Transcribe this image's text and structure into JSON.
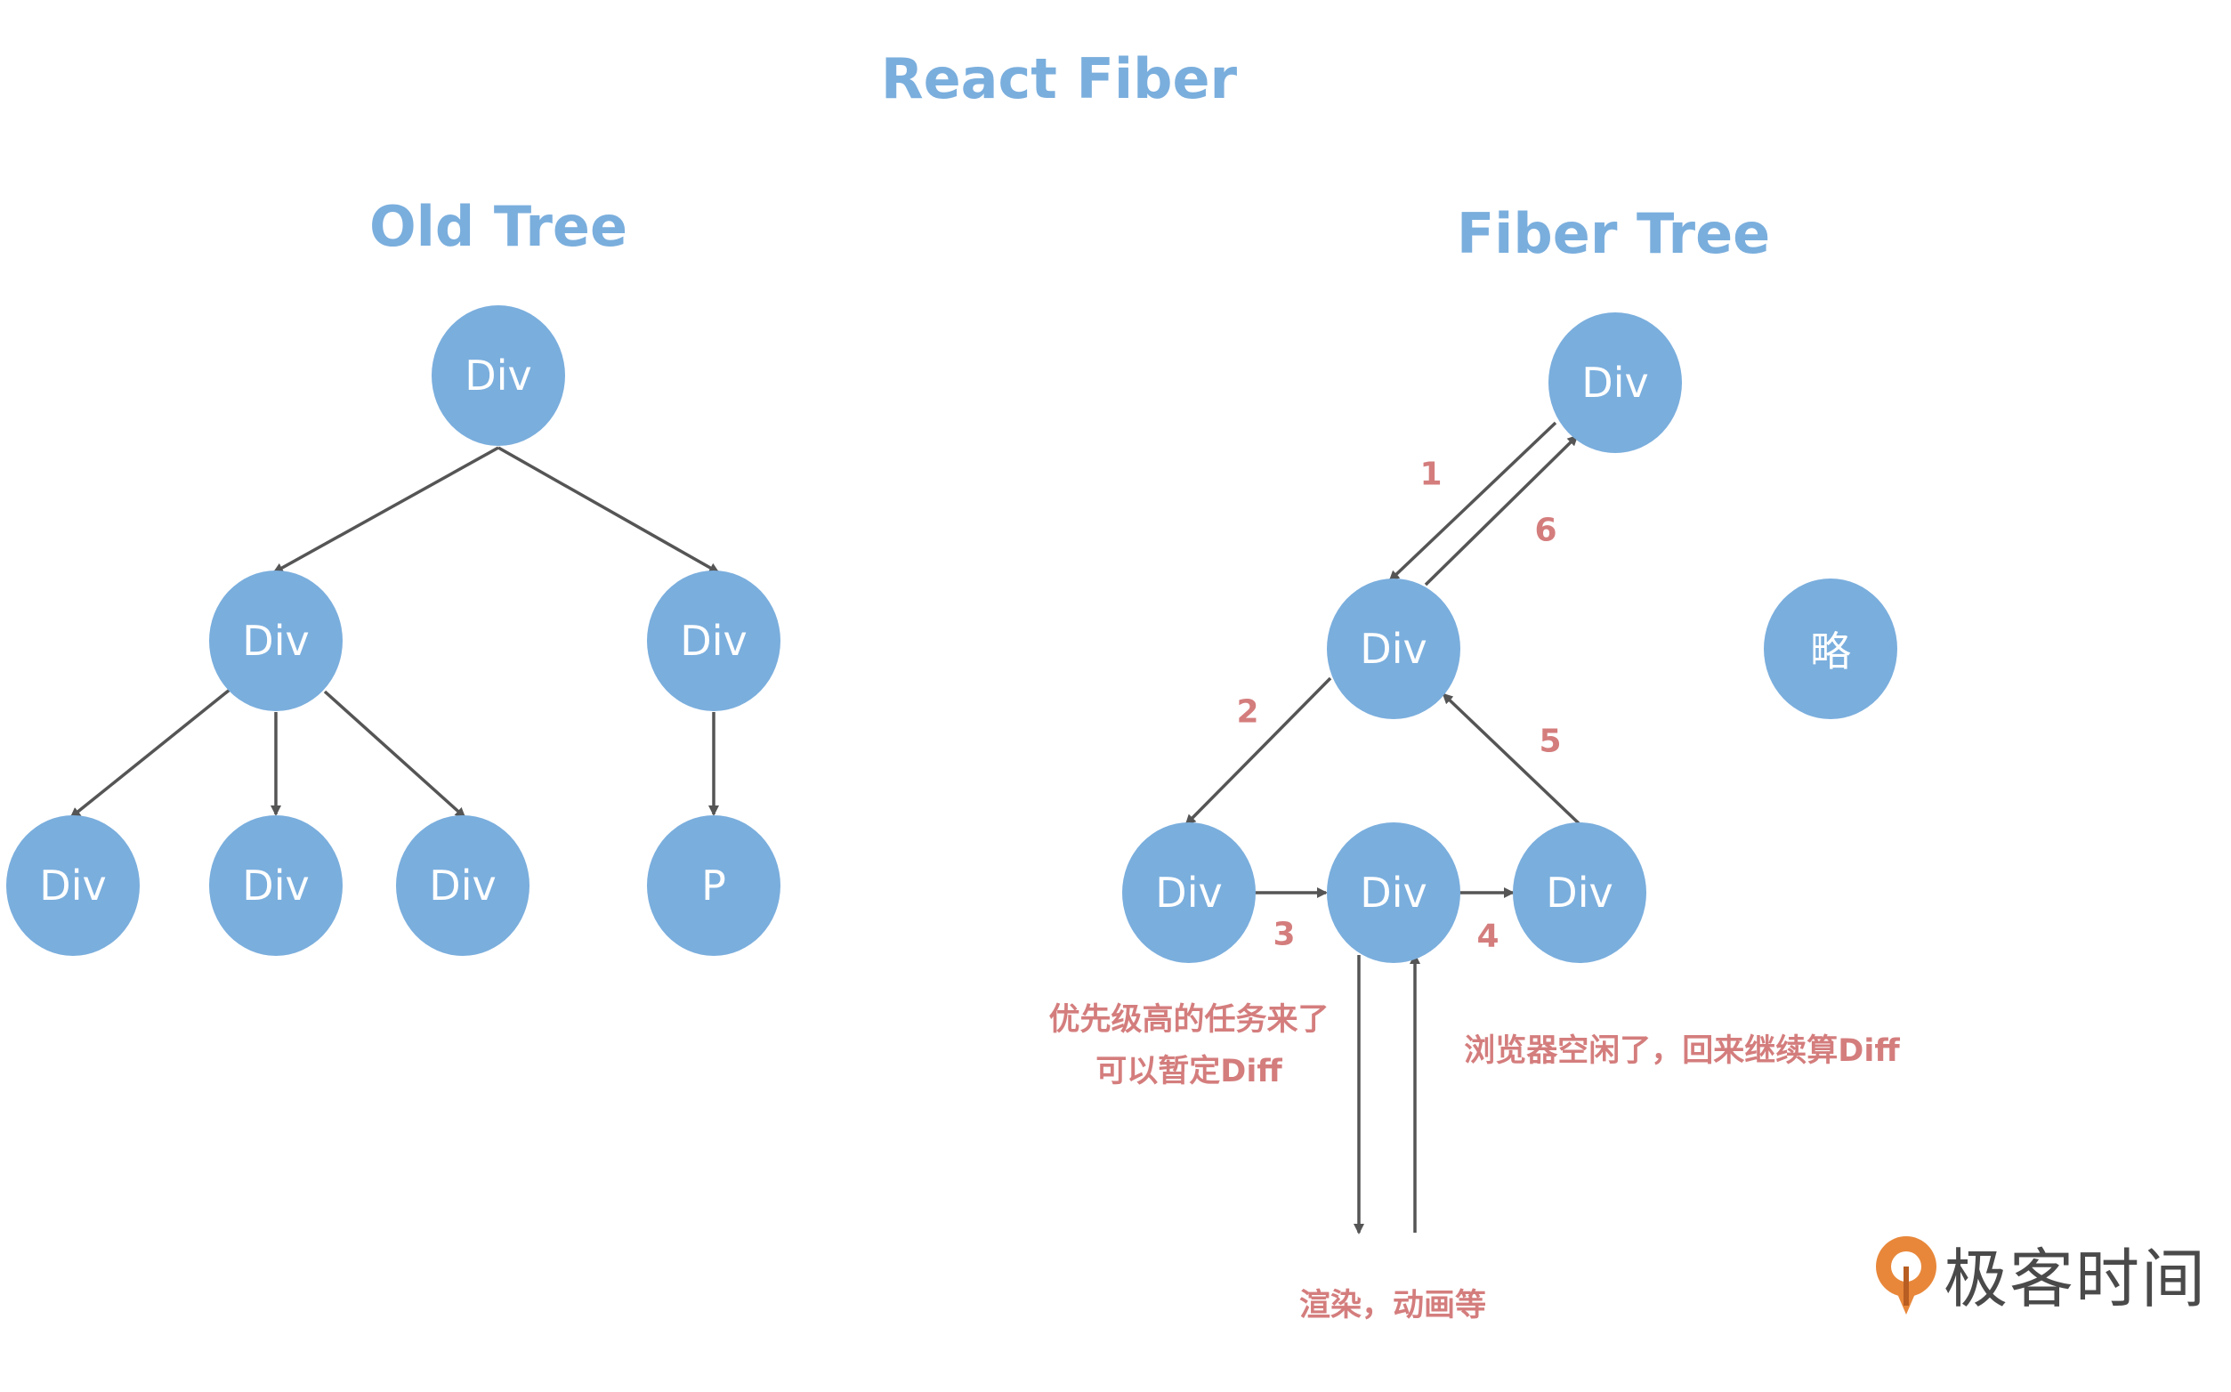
{
  "title": "React Fiber",
  "old_tree": {
    "heading": "Old Tree",
    "nodes": {
      "root": "Div",
      "left": "Div",
      "right": "Div",
      "leaf1": "Div",
      "leaf2": "Div",
      "leaf3": "Div",
      "leaf4": "P"
    }
  },
  "fiber_tree": {
    "heading": "Fiber Tree",
    "nodes": {
      "root": "Div",
      "mid": "Div",
      "omitted": "略",
      "child1": "Div",
      "child2": "Div",
      "child3": "Div"
    },
    "steps": [
      "1",
      "2",
      "3",
      "4",
      "5",
      "6"
    ],
    "note_interrupt_line1": "优先级高的任务来了",
    "note_interrupt_line2": "可以暂定Diff",
    "note_resume": "浏览器空闲了，回来继续算Diff",
    "note_render": "渲染，动画等"
  },
  "logo": {
    "text": "极客时间",
    "colors": {
      "orange": "#e8873a",
      "dark": "#4a4a4a"
    }
  },
  "colors": {
    "node": "#7aaedd",
    "heading": "#7aaedd",
    "arrow": "#555555",
    "annotation": "#d47d7d"
  }
}
